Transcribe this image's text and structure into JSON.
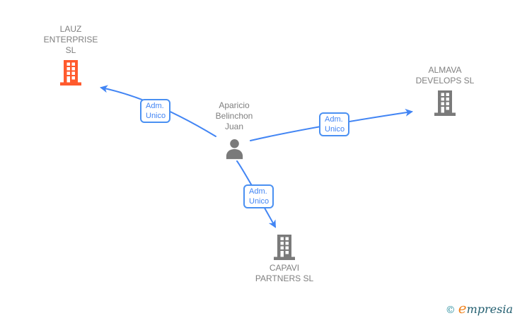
{
  "person": {
    "name": "Aparicio Belinchon Juan"
  },
  "companies": [
    {
      "name": "LAUZ ENTERPRISE SL",
      "icon": "building-icon",
      "icon_color": "#ff5a2d"
    },
    {
      "name": "ALMAVA DEVELOPS SL",
      "icon": "building-icon",
      "icon_color": "#7a7a7a"
    },
    {
      "name": "CAPAVI PARTNERS SL",
      "icon": "building-icon",
      "icon_color": "#7a7a7a"
    }
  ],
  "relations": [
    {
      "label": "Adm. Unico",
      "from": "Aparicio Belinchon Juan",
      "to": "LAUZ ENTERPRISE SL"
    },
    {
      "label": "Adm. Unico",
      "from": "Aparicio Belinchon Juan",
      "to": "ALMAVA DEVELOPS SL"
    },
    {
      "label": "Adm. Unico",
      "from": "Aparicio Belinchon Juan",
      "to": "CAPAVI PARTNERS SL"
    }
  ],
  "watermark": {
    "copyright": "©",
    "brand_lead": "e",
    "brand_rest": "mpresia"
  },
  "colors": {
    "arrow_blue": "#4285f4",
    "relation_text_blue": "#4285f4",
    "node_text_gray": "#7f7f7f",
    "building_gray": "#7a7a7a",
    "building_orange": "#ff5a2d",
    "watermark_teal": "#235f70",
    "watermark_orange": "#f0841f"
  }
}
